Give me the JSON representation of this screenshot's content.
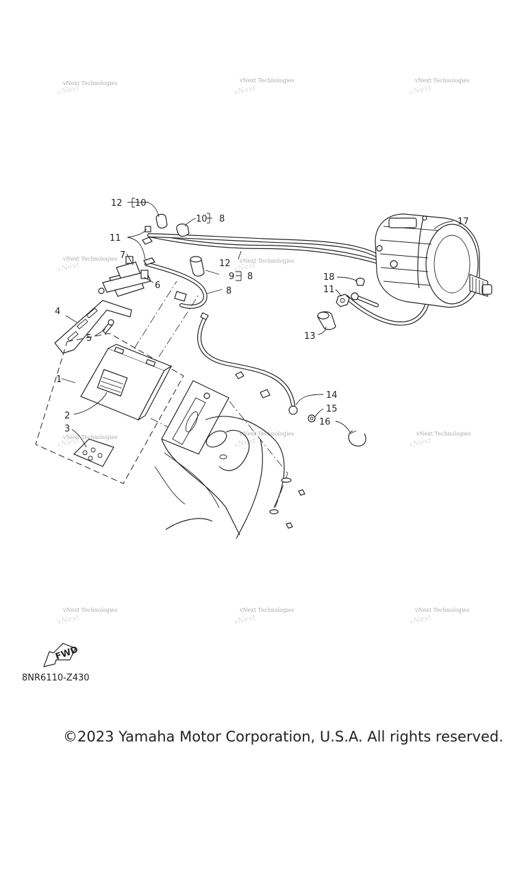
{
  "watermark": {
    "text": "vNext Technologies"
  },
  "callouts": {
    "c1": "1",
    "c2": "2",
    "c3": "3",
    "c4": "4",
    "c5": "5",
    "c6": "6",
    "c7": "7",
    "c8a": "8",
    "c8b": "8",
    "c8c": "8",
    "c9": "9",
    "c10a": "10",
    "c10b": "10",
    "c11a": "11",
    "c11b": "11",
    "c12a": "12",
    "c12b": "12",
    "c13": "13",
    "c14": "14",
    "c15": "15",
    "c16": "16",
    "c17": "17",
    "c18": "18"
  },
  "fwd_label": "FWD",
  "diagram_code": "8NR6110-Z430",
  "copyright": "©2023 Yamaha Motor Corporation, U.S.A. All rights reserved."
}
